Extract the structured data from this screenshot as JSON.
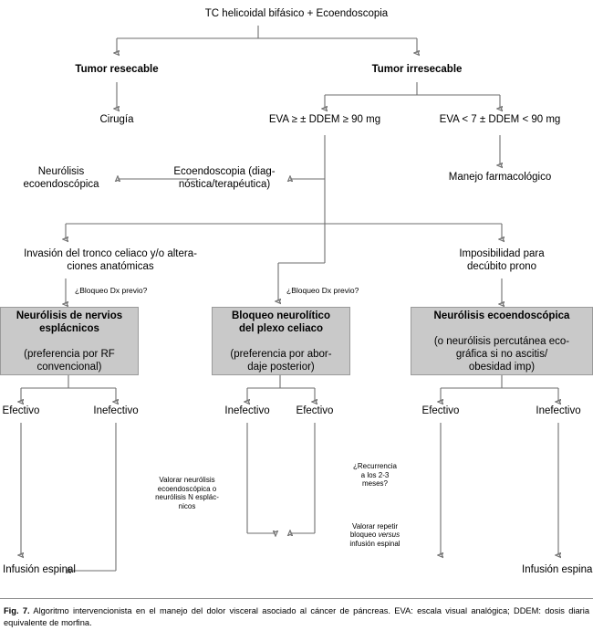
{
  "figure": {
    "label": "Fig. 7.",
    "caption": "Algoritmo intervencionista en el manejo del dolor visceral asociado al cáncer de páncreas. EVA: escala visual analógica; DDEM: dosis diaria equivalente de morfina.",
    "colors": {
      "box_fill": "#c9c9c9",
      "box_border": "#9a9a9a",
      "connector": "#6e6e6e",
      "text": "#000000",
      "background": "#ffffff"
    }
  },
  "nodes": {
    "root": "TC helicoidal bifásico + Ecoendoscopia",
    "tumor_resecable": "Tumor resecable",
    "tumor_irresecable": "Tumor irresecable",
    "cirugia": "Cirugía",
    "eva_high": "EVA ≥ ± DDEM ≥ 90 mg",
    "eva_low": "EVA < 7 ± DDEM < 90 mg",
    "manejo_farmacologico": "Manejo farmacológico",
    "ecoendoscopia_diag": "Ecoendoscopia (diag-\nnóstica/terapéutica)",
    "neurolisis_ecoendoscopica": "Neurólisis\necoendoscópica",
    "invasion_tronco": "Invasión del tronco celiaco y/o altera-\nciones anatómicas",
    "imposibilidad_decubito": "Imposibilidad para\ndecúbito prono",
    "bloqueo_dx_left": "¿Bloqueo Dx previo?",
    "bloqueo_dx_mid": "¿Bloqueo Dx previo?"
  },
  "treatment_boxes": [
    {
      "id": "nervios-esplacnicos",
      "title": "Neurólisis de nervios\nesplácnicos",
      "subtitle": "(preferencia por RF\nconvencional)"
    },
    {
      "id": "plexo-celiaco",
      "title": "Bloqueo neurolítico\ndel plexo celiaco",
      "subtitle": "(preferencia por abor-\ndaje posterior)"
    },
    {
      "id": "neurolisis-ecoendoscopica",
      "title": "Neurólisis ecoendoscópica",
      "subtitle": "(o neurólisis percutánea eco-\ngráfica si no ascitis/\nobesidad imp)"
    }
  ],
  "outcomes": {
    "left_effective": "Efectivo",
    "left_ineffective": "Inefectivo",
    "mid_ineffective": "Inefectivo",
    "mid_effective": "Efectivo",
    "right_effective": "Efectivo",
    "right_ineffective": "Inefectivo"
  },
  "annotations": {
    "valorar_neurolisis": "Valorar neurólisis\necoendoscópica o\nneurólisis N esplác-\nnicos",
    "recurrencia": "¿Recurrencia\na los 2-3\nmeses?",
    "valorar_repetir_pre": "Valorar repetir\nbloqueo ",
    "valorar_repetir_italic": "versus",
    "valorar_repetir_post": "\ninfusión espinal"
  },
  "endpoints": {
    "infusion_left": "Infusión espinal",
    "infusion_right": "Infusión espinal"
  }
}
